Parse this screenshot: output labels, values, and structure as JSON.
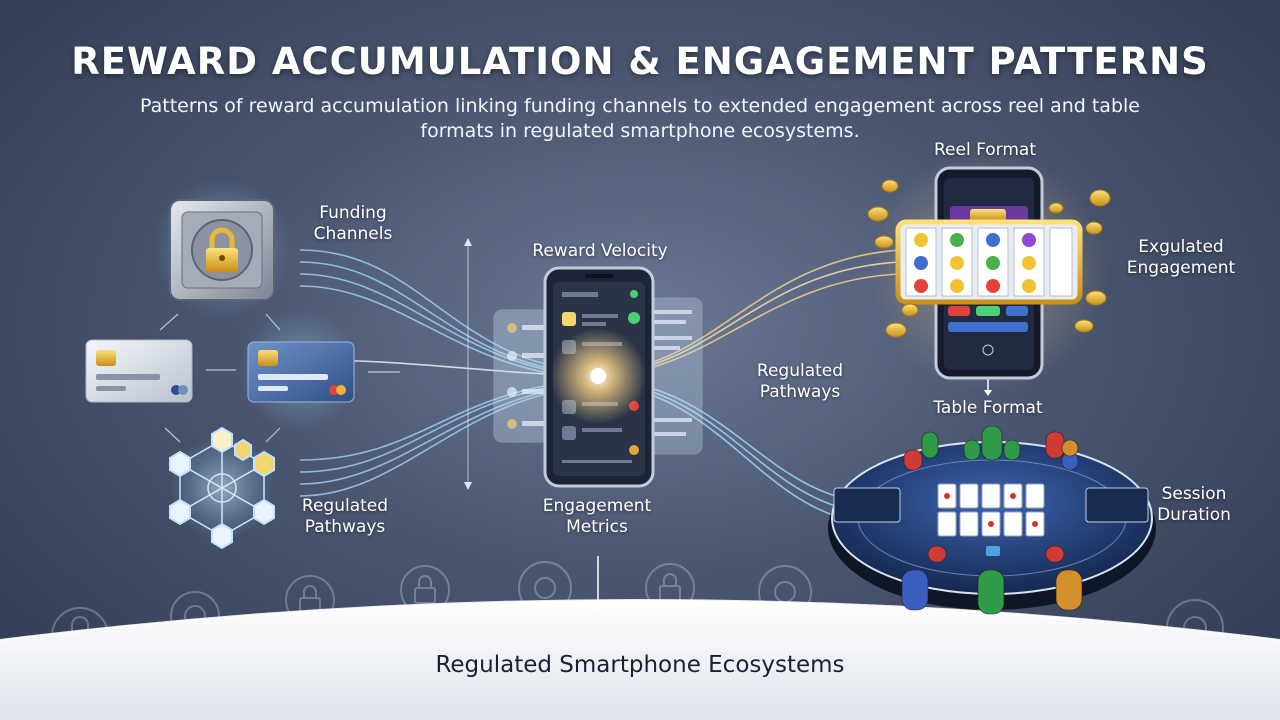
{
  "header": {
    "title": "REWARD ACCUMULATION & ENGAGEMENT PATTERNS",
    "subtitle": "Patterns of reward accumulation linking funding channels to extended engagement across reel and table formats in regulated smartphone ecosystems."
  },
  "labels": {
    "funding_channels": "Funding Channels",
    "regulated_pathways_left": "Regulated Pathways",
    "reward_velocity": "Reward Velocity",
    "engagement_metrics": "Engagement Metrics",
    "regulated_pathways_right": "Regulated Pathways",
    "reel_format": "Reel Format",
    "exgulated_engagement": "Exgulated Engagement",
    "table_format": "Table Format",
    "session_duration": "Session Duration"
  },
  "footer": {
    "text": "Regulated Smartphone Ecosystems"
  },
  "icons": [
    "vault-lock-icon",
    "credit-card-icon",
    "network-hexagon-icon",
    "smartphone-icon",
    "slot-reel-icon",
    "poker-table-icon",
    "padlock-icon",
    "gear-icon"
  ],
  "colors": {
    "accent_glow": "#a8dcff",
    "gold": "#f2c230",
    "table_blue": "#23407a",
    "background": "#4a5670"
  }
}
